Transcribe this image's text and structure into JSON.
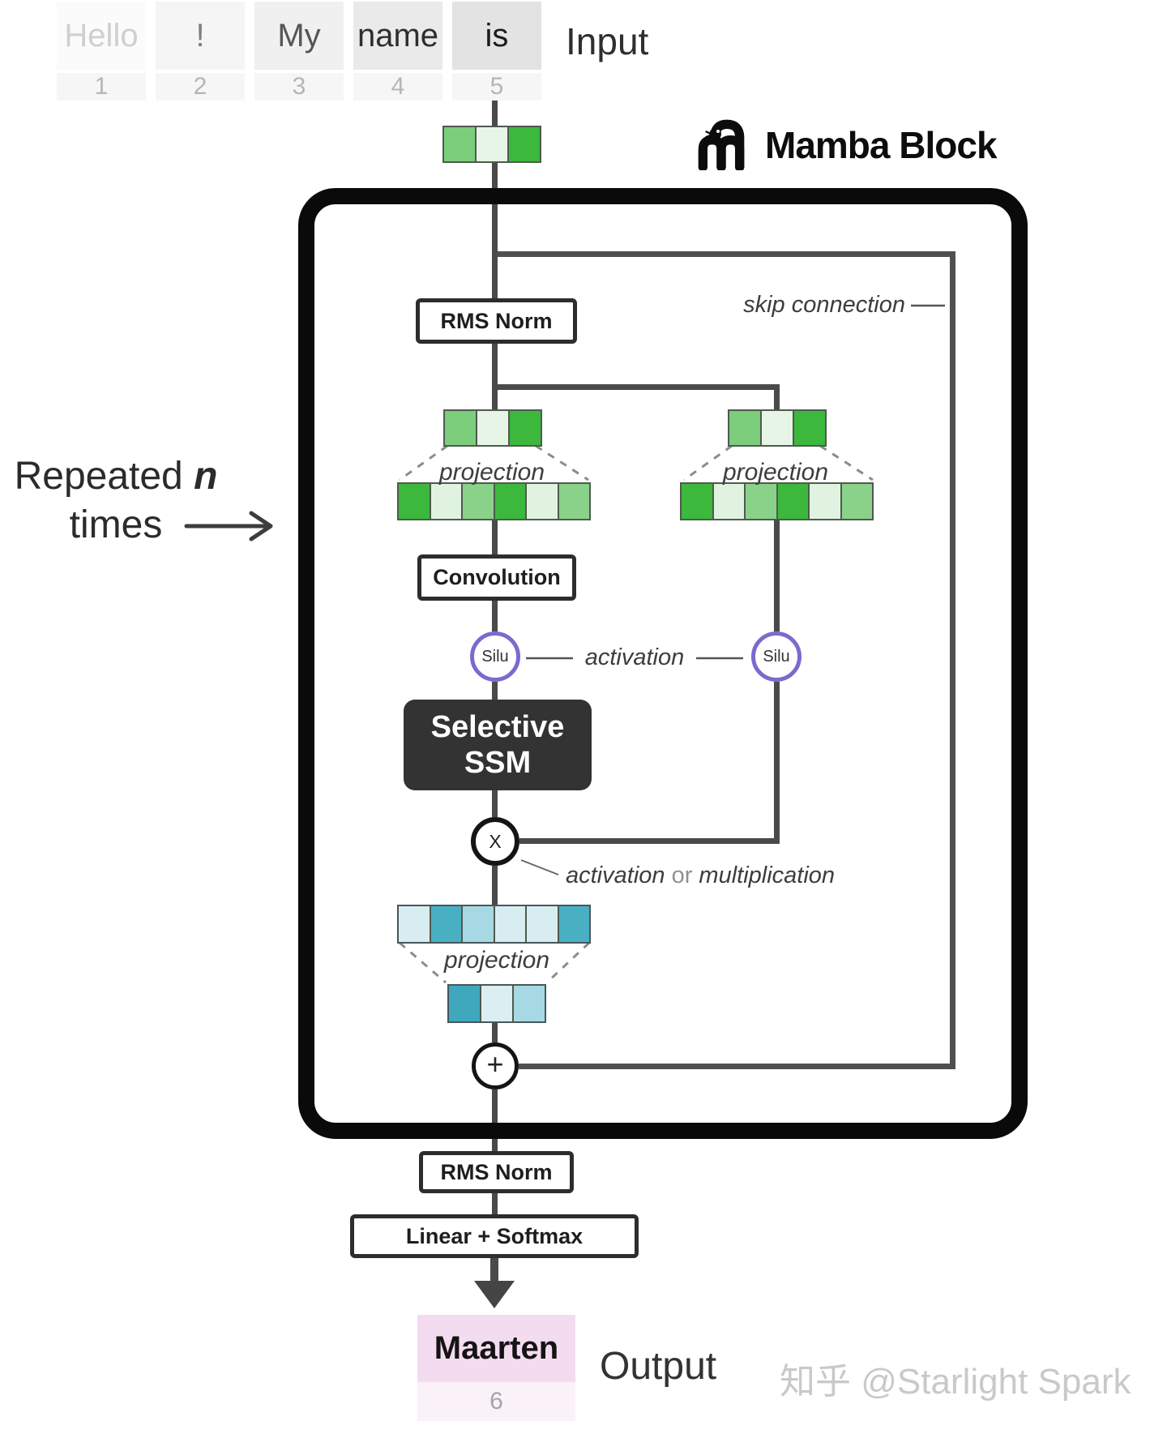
{
  "header": {
    "input_label": "Input",
    "block_title": "Mamba Block",
    "repeated_line1": "Repeated",
    "repeated_n": "n",
    "repeated_line2": "times"
  },
  "input_tokens": [
    {
      "text": "Hello",
      "num": "1",
      "bg": "#fbfbfb",
      "fg": "#cfcfcf"
    },
    {
      "text": "!",
      "num": "2",
      "bg": "#f5f5f5",
      "fg": "#7e7e7e"
    },
    {
      "text": "My",
      "num": "3",
      "bg": "#f0f0f0",
      "fg": "#565656"
    },
    {
      "text": "name",
      "num": "4",
      "bg": "#eaeaea",
      "fg": "#2e2e2e"
    },
    {
      "text": "is",
      "num": "5",
      "bg": "#e3e3e3",
      "fg": "#1c1c1c"
    }
  ],
  "labels": {
    "rms_norm": "RMS Norm",
    "skip": "skip connection",
    "projection_left": "projection",
    "projection_right": "projection",
    "projection_down": "projection",
    "convolution": "Convolution",
    "silu_left": "Silu",
    "silu_right": "Silu",
    "activation": "activation",
    "activation2": "activation",
    "or": " or ",
    "multiplication": "multiplication",
    "ssm_line1": "Selective",
    "ssm_line2": "SSM",
    "x": "X",
    "plus": "+",
    "rms_norm2": "RMS Norm",
    "linear_softmax": "Linear + Softmax"
  },
  "output": {
    "label": "Output",
    "token": "Maarten",
    "num": "6"
  },
  "watermark": "知乎 @Starlight Spark",
  "rows": {
    "token_top": [
      "#7ccd7c",
      "#e6f5e6",
      "#3cb83c"
    ],
    "token_left": [
      "#7ccd7c",
      "#e6f5e6",
      "#3cb83c"
    ],
    "token_right": [
      "#7ccd7c",
      "#e6f5e6",
      "#3cb83c"
    ],
    "wide_left": [
      "#3cb83c",
      "#e0f3e0",
      "#8ad28a",
      "#3cb83c",
      "#e0f3e0",
      "#8ad28a"
    ],
    "wide_right": [
      "#3cb83c",
      "#e0f3e0",
      "#8ad28a",
      "#3cb83c",
      "#e0f3e0",
      "#8ad28a"
    ],
    "wide_blue": [
      "#d7edf2",
      "#49b0c4",
      "#a6d9e3",
      "#d7edf2",
      "#d7edf2",
      "#49b0c4"
    ],
    "token_blue": [
      "#3fa8bd",
      "#dbeff3",
      "#a6d9e3"
    ]
  },
  "colors": {
    "accent_purple": "#7b6ace",
    "line": "#4a4a4a",
    "ssm_bg": "#333333",
    "output_pink": "#f4dcf0",
    "output_pink_light": "#fbf2f9"
  }
}
